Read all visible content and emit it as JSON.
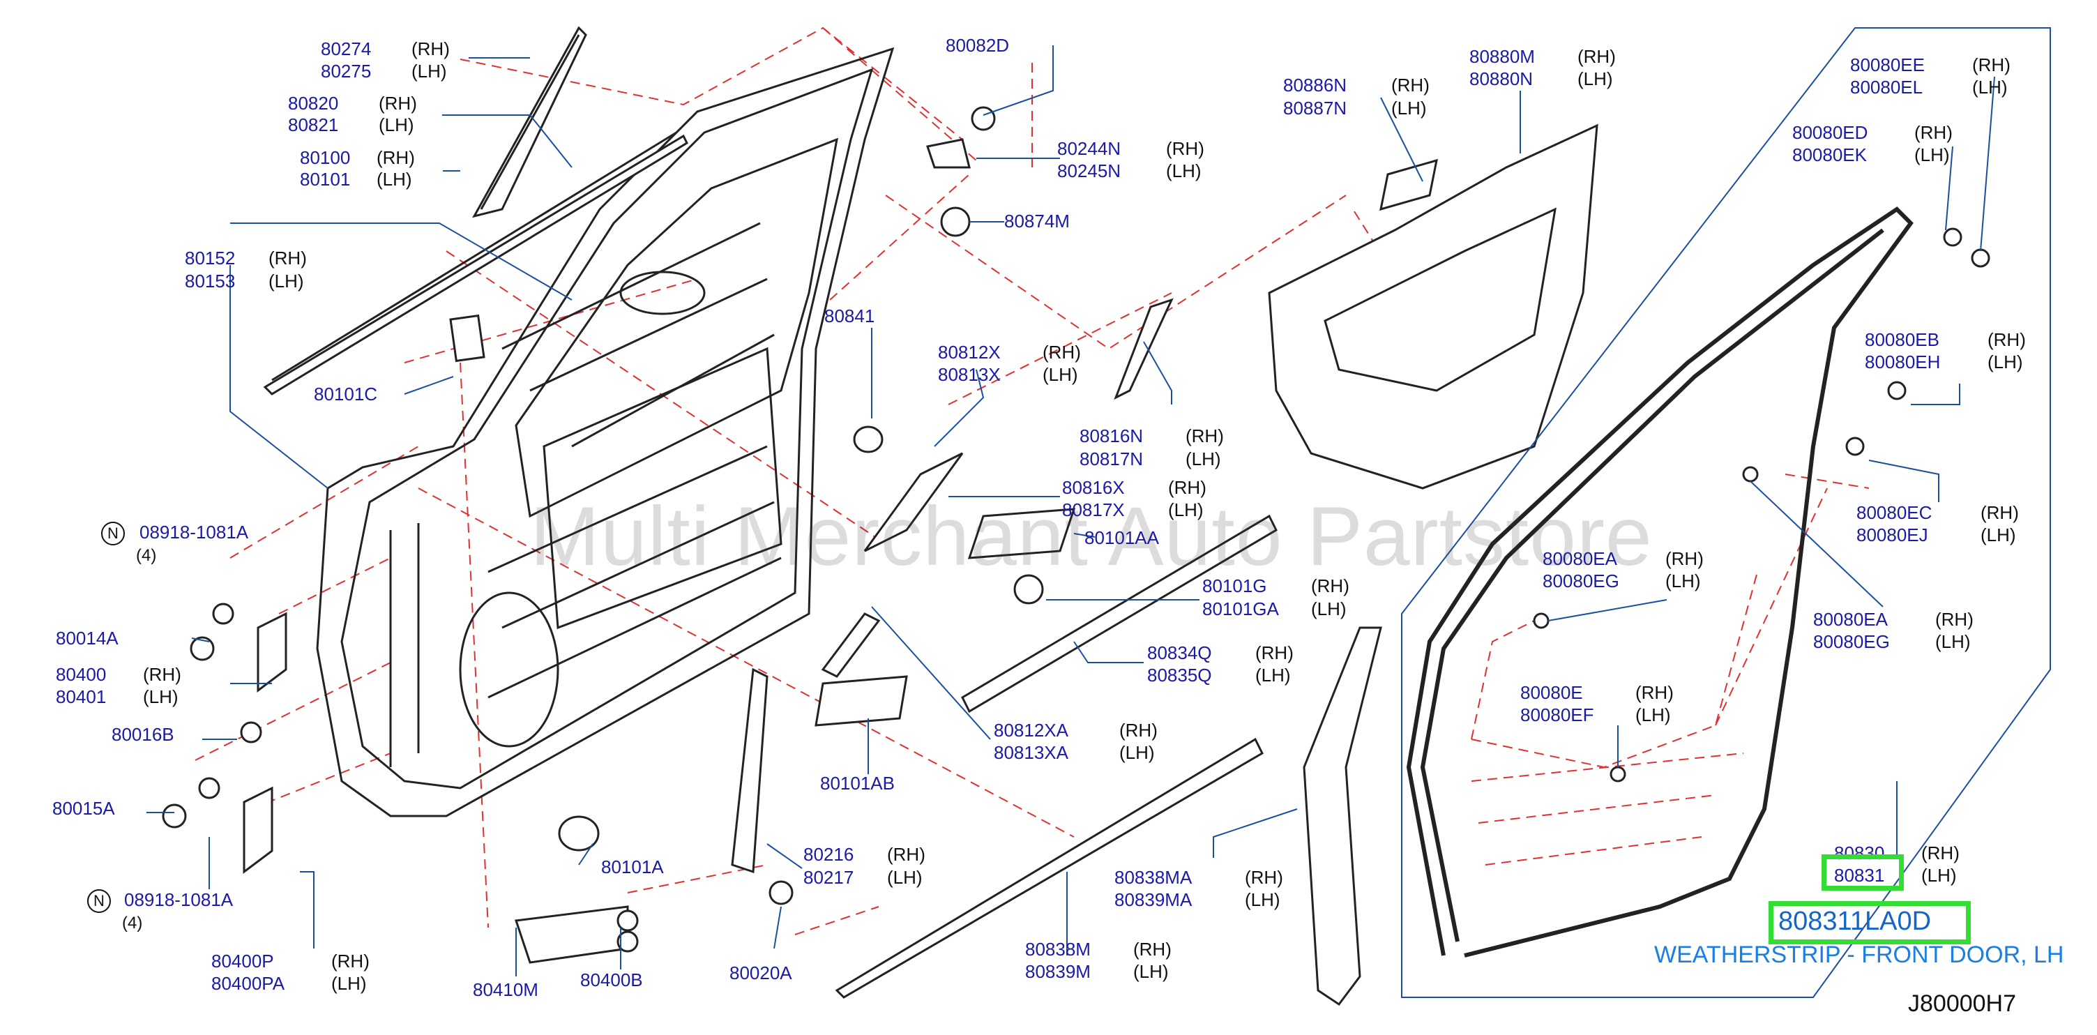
{
  "labels": [
    {
      "id": "p1",
      "part": "80274",
      "side": "(RH)"
    },
    {
      "id": "p2",
      "part": "80275",
      "side": "(LH)"
    },
    {
      "id": "p3",
      "part": "80820",
      "side": "(RH)"
    },
    {
      "id": "p4",
      "part": "80821",
      "side": "(LH)"
    },
    {
      "id": "p5",
      "part": "80100",
      "side": "(RH)"
    },
    {
      "id": "p6",
      "part": "80101",
      "side": "(LH)"
    },
    {
      "id": "p7",
      "part": "80152",
      "side": "(RH)"
    },
    {
      "id": "p8",
      "part": "80153",
      "side": "(LH)"
    },
    {
      "id": "p9",
      "part": "80101C",
      "side": ""
    },
    {
      "id": "p10",
      "part": "08918-1081A",
      "side": ""
    },
    {
      "id": "p11",
      "part": "80014A",
      "side": ""
    },
    {
      "id": "p12",
      "part": "80400",
      "side": "(RH)"
    },
    {
      "id": "p13",
      "part": "80401",
      "side": "(LH)"
    },
    {
      "id": "p14",
      "part": "80016B",
      "side": ""
    },
    {
      "id": "p15",
      "part": "80015A",
      "side": ""
    },
    {
      "id": "p16",
      "part": "08918-1081A",
      "side": ""
    },
    {
      "id": "p17",
      "part": "80400P",
      "side": "(RH)"
    },
    {
      "id": "p18",
      "part": "80400PA",
      "side": "(LH)"
    },
    {
      "id": "p19",
      "part": "80410M",
      "side": ""
    },
    {
      "id": "p20",
      "part": "80400B",
      "side": ""
    },
    {
      "id": "p21",
      "part": "80101A",
      "side": ""
    },
    {
      "id": "p22",
      "part": "80020A",
      "side": ""
    },
    {
      "id": "p23",
      "part": "80216",
      "side": "(RH)"
    },
    {
      "id": "p24",
      "part": "80217",
      "side": "(LH)"
    },
    {
      "id": "p25",
      "part": "80101AB",
      "side": ""
    },
    {
      "id": "p26",
      "part": "80082D",
      "side": ""
    },
    {
      "id": "p27",
      "part": "80244N",
      "side": "(RH)"
    },
    {
      "id": "p28",
      "part": "80245N",
      "side": "(LH)"
    },
    {
      "id": "p29",
      "part": "80874M",
      "side": ""
    },
    {
      "id": "p30",
      "part": "80841",
      "side": ""
    },
    {
      "id": "p31",
      "part": "80812X",
      "side": "(RH)"
    },
    {
      "id": "p32",
      "part": "80813X",
      "side": "(LH)"
    },
    {
      "id": "p33",
      "part": "80816N",
      "side": "(RH)"
    },
    {
      "id": "p34",
      "part": "80817N",
      "side": "(LH)"
    },
    {
      "id": "p35",
      "part": "80816X",
      "side": "(RH)"
    },
    {
      "id": "p36",
      "part": "80817X",
      "side": "(LH)"
    },
    {
      "id": "p37",
      "part": "80101AA",
      "side": ""
    },
    {
      "id": "p38",
      "part": "80101G",
      "side": "(RH)"
    },
    {
      "id": "p39",
      "part": "80101GA",
      "side": "(LH)"
    },
    {
      "id": "p40",
      "part": "80834Q",
      "side": "(RH)"
    },
    {
      "id": "p41",
      "part": "80835Q",
      "side": "(LH)"
    },
    {
      "id": "p42",
      "part": "80812XA",
      "side": "(RH)"
    },
    {
      "id": "p43",
      "part": "80813XA",
      "side": "(LH)"
    },
    {
      "id": "p44",
      "part": "80838MA",
      "side": "(RH)"
    },
    {
      "id": "p45",
      "part": "80839MA",
      "side": "(LH)"
    },
    {
      "id": "p46",
      "part": "80838M",
      "side": "(RH)"
    },
    {
      "id": "p47",
      "part": "80839M",
      "side": "(LH)"
    },
    {
      "id": "p48",
      "part": "80886N",
      "side": "(RH)"
    },
    {
      "id": "p49",
      "part": "80887N",
      "side": "(LH)"
    },
    {
      "id": "p50",
      "part": "80880M",
      "side": "(RH)"
    },
    {
      "id": "p51",
      "part": "80880N",
      "side": "(LH)"
    },
    {
      "id": "p52",
      "part": "80080EE",
      "side": "(RH)"
    },
    {
      "id": "p53",
      "part": "80080EL",
      "side": "(LH)"
    },
    {
      "id": "p54",
      "part": "80080ED",
      "side": "(RH)"
    },
    {
      "id": "p55",
      "part": "80080EK",
      "side": "(LH)"
    },
    {
      "id": "p56",
      "part": "80080EB",
      "side": "(RH)"
    },
    {
      "id": "p57",
      "part": "80080EH",
      "side": "(LH)"
    },
    {
      "id": "p58",
      "part": "80080EC",
      "side": "(RH)"
    },
    {
      "id": "p59",
      "part": "80080EJ",
      "side": "(LH)"
    },
    {
      "id": "p60",
      "part": "80080EA",
      "side": "(RH)"
    },
    {
      "id": "p61",
      "part": "80080EG",
      "side": "(LH)"
    },
    {
      "id": "p62",
      "part": "80080EA",
      "side": "(RH)"
    },
    {
      "id": "p63",
      "part": "80080EG",
      "side": "(LH)"
    },
    {
      "id": "p64",
      "part": "80080E",
      "side": "(RH)"
    },
    {
      "id": "p65",
      "part": "80080EF",
      "side": "(LH)"
    },
    {
      "id": "p66",
      "part": "80830",
      "side": "(RH)"
    },
    {
      "id": "p67",
      "part": "80831",
      "side": "(LH)"
    }
  ],
  "qty_top": "(4)",
  "qty_bottom": "(4)",
  "n_symbol": "N",
  "highlight_part_number": "808311LA0D",
  "highlight_description": "WEATHERSTRIP - FRONT DOOR, LH",
  "diagram_code": "J80000H7",
  "watermark": "Multi Merchant Auto Partstore",
  "colors": {
    "label": "#1a1aa8",
    "leader": "#1a4fa0",
    "dashed": "#e03030",
    "highlight": "#33dd33",
    "partno": "#1565c8"
  }
}
